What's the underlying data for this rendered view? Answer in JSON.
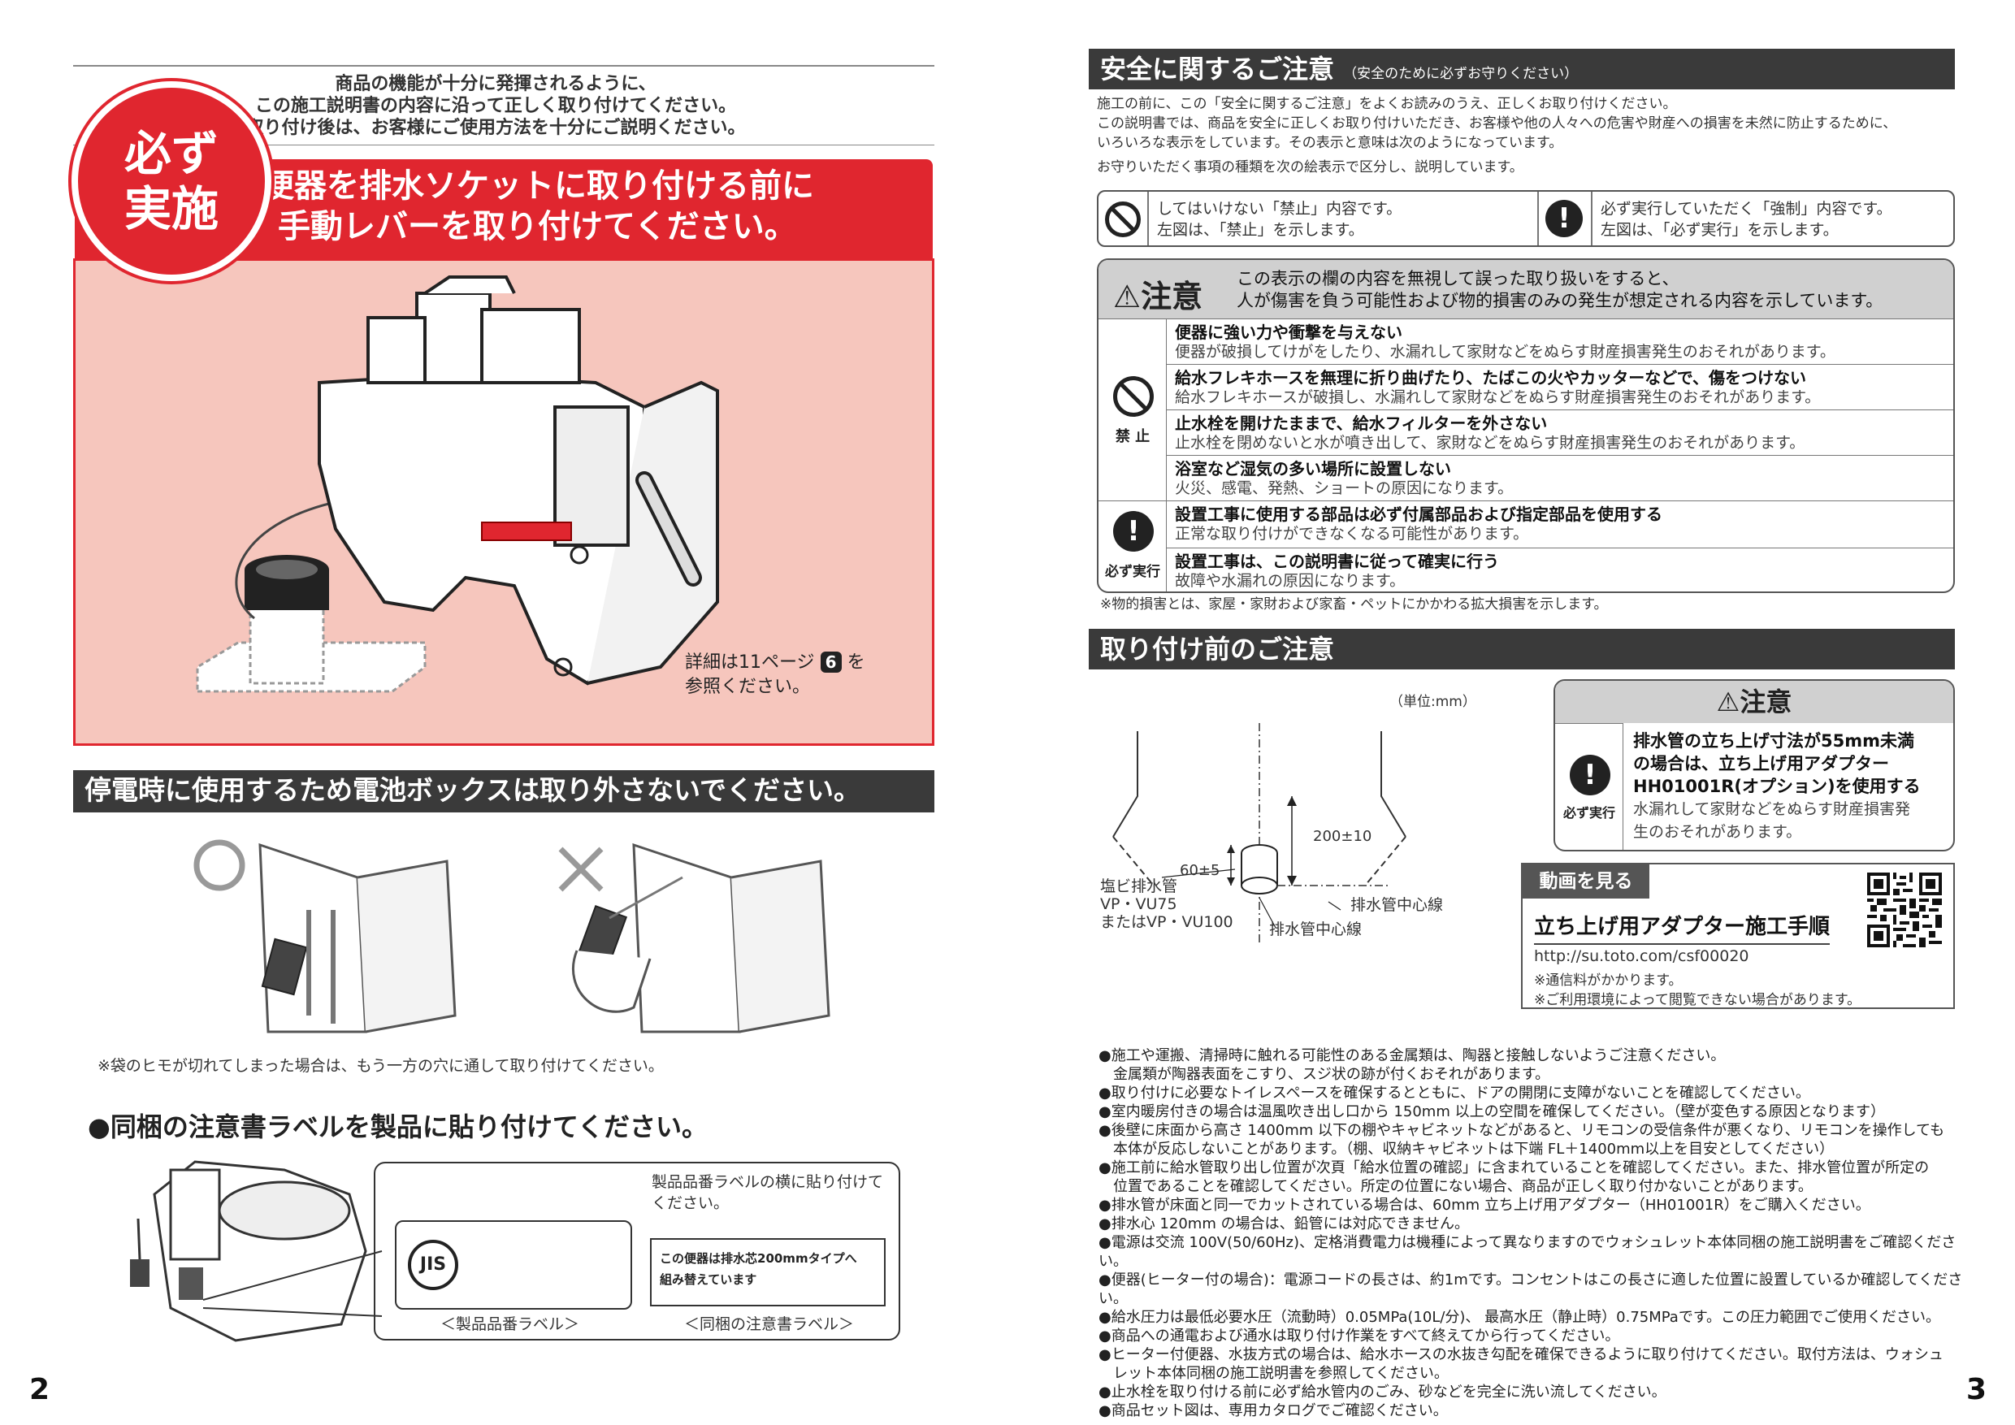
{
  "left": {
    "intro": [
      "商品の機能が十分に発揮されるように、",
      "この施工説明書の内容に沿って正しく取り付けてください。",
      "取り付け後は、お客様にご使用方法を十分にご説明ください。"
    ],
    "badge": [
      "必ず",
      "実施"
    ],
    "banner": [
      "便器を排水ソケットに取り付ける前に",
      "手動レバーを取り付けてください。"
    ],
    "detail_ref_1": "詳細は11ページ",
    "detail_ref_num": "6",
    "detail_ref_2": "を",
    "detail_ref_3": "参照ください。",
    "battery_bar": "停電時に使用するため電池ボックスは取り外さないでください。",
    "battery_note": "※袋のヒモが切れてしまった場合は、もう一方の穴に通して取り付けてください。",
    "label_heading": "●同梱の注意書ラベルを製品に貼り付けてください。",
    "label_instr": [
      "製品品番ラベルの横に貼り付けて",
      "ください。"
    ],
    "label_sticker": [
      "この便器は排水芯200mmタイプへ",
      "組み替えています"
    ],
    "jis_mark": "JIS",
    "label_caption_1": "＜製品品番ラベル＞",
    "label_caption_2": "＜同梱の注意書ラベル＞",
    "page_number": "2"
  },
  "right": {
    "safety_bar": "安全に関するご注意",
    "safety_bar_sub": "（安全のために必ずお守りください）",
    "safety_intro": [
      "施工の前に、この「安全に関するご注意」をよくお読みのうえ、正しくお取り付けください。",
      "この説明書では、商品を安全に正しくお取り付けいただき、お客様や他の人々への危害や財産への損害を未然に防止するために、",
      "いろいろな表示をしています。その表示と意味は次のようになっています。"
    ],
    "legend_intro": "お守りいただく事項の種類を次の絵表示で区分し、説明しています。",
    "legend_prohibit": [
      "してはいけない「禁止」内容です。",
      "左図は、「禁止」を示します。"
    ],
    "legend_must": [
      "必ず実行していただく「強制」内容です。",
      "左図は、「必ず実行」を示します。"
    ],
    "caution_title": "注意",
    "caution_desc": [
      "この表示の欄の内容を無視して誤った取り扱いをすると、",
      "人が傷害を負う可能性および物的損害のみの発生が想定される内容を示しています。"
    ],
    "prohibit_label": "禁 止",
    "must_label": "必ず実行",
    "prohibit_items": [
      {
        "t": "便器に強い力や衝撃を与えない",
        "d": "便器が破損してけがをしたり、水漏れして家財などをぬらす財産損害発生のおそれがあります。"
      },
      {
        "t": "給水フレキホースを無理に折り曲げたり、たばこの火やカッターなどで、傷をつけない",
        "d": "給水フレキホースが破損し、水漏れして家財などをぬらす財産損害発生のおそれがあります。"
      },
      {
        "t": "止水栓を開けたままで、給水フィルターを外さない",
        "d": "止水栓を閉めないと水が噴き出して、家財などをぬらす財産損害発生のおそれがあります。"
      },
      {
        "t": "浴室など湿気の多い場所に設置しない",
        "d": "火災、感電、発熱、ショートの原因になります。"
      }
    ],
    "must_items": [
      {
        "t": "設置工事に使用する部品は必ず付属部品および指定部品を使用する",
        "d": "正常な取り付けができなくなる可能性があります。"
      },
      {
        "t": "設置工事は、この説明書に従って確実に行う",
        "d": "故障や水漏れの原因になります。"
      }
    ],
    "caution_footnote": "※物的損害とは、家屋・家財および家畜・ペットにかかわる拡大損害を示します。",
    "install_bar": "取り付け前のご注意",
    "diagram": {
      "unit": "（単位:mm）",
      "dim_200": "200±10",
      "dim_60": "60±5",
      "pipe_label": [
        "塩ビ排水管",
        "VP・VU75",
        "またはVP・VU100"
      ],
      "center_1": "排水管中心線",
      "center_2": "排水管中心線"
    },
    "caution2_title": "注意",
    "caution2_must": "必ず実行",
    "caution2_lines_bold": [
      "排水管の立ち上げ寸法が55mm未満",
      "の場合は、立ち上げ用アダプター",
      "HH01001R(オプション)を使用する"
    ],
    "caution2_lines": [
      "水漏れして家財などをぬらす財産損害発",
      "生のおそれがあります。"
    ],
    "video_tag": "動画を見る",
    "video_title": "立ち上げ用アダプター施工手順",
    "video_url": "http://su.toto.com/csf00020",
    "video_note_1": "※通信料がかかります。",
    "video_note_2": "※ご利用環境によって閲覧できない場合があります。",
    "notes": [
      "●施工や運搬、清掃時に触れる可能性のある金属類は、陶器と接触しないようご注意ください。",
      "　金属類が陶器表面をこすり、スジ状の跡が付くおそれがあります。",
      "●取り付けに必要なトイレスペースを確保するとともに、ドアの開閉に支障がないことを確認してください。",
      "●室内暖房付きの場合は温風吹き出し口から 150mm 以上の空間を確保してください。（壁が変色する原因となります）",
      "●後壁に床面から高さ 1400mm 以下の棚やキャビネットなどがあると、リモコンの受信条件が悪くなり、リモコンを操作しても",
      "　本体が反応しないことがあります。（棚、収納キャビネットは下端 FL＋1400mm以上を目安としてください）",
      "●施工前に給水管取り出し位置が次頁「給水位置の確認」に含まれていることを確認してください。また、排水管位置が所定の",
      "　位置であることを確認してください。所定の位置にない場合、商品が正しく取り付かないことがあります。",
      "●排水管が床面と同一でカットされている場合は、60mm 立ち上げ用アダプター（HH01001R）をご購入ください。",
      "●排水心 120mm の場合は、鉛管には対応できません。",
      "●電源は交流 100V(50/60Hz)、定格消費電力は機種によって異なりますのでウォシュレット本体同梱の施工説明書をご確認ください。",
      "●便器(ヒーター付の場合)：電源コードの長さは、約1mです。コンセントはこの長さに適した位置に設置しているか確認してください。",
      "●給水圧力は最低必要水圧（流動時）0.05MPa(10L/分)、 最高水圧（静止時）0.75MPaです。この圧力範囲でご使用ください。",
      "●商品への通電および通水は取り付け作業をすべて終えてから行ってください。",
      "●ヒーター付便器、水抜方式の場合は、給水ホースの水抜き勾配を確保できるように取り付けてください。取付方法は、ウォシュ",
      "　レット本体同梱の施工説明書を参照してください。",
      "●止水栓を取り付ける前に必ず給水管内のごみ、砂などを完全に洗い流してください。",
      "●商品セット図は、専用カタログでご確認ください。"
    ],
    "page_number": "3"
  },
  "colors": {
    "red": "#e0262f",
    "pink": "#f6c6bd",
    "dark": "#3a3a3a"
  }
}
